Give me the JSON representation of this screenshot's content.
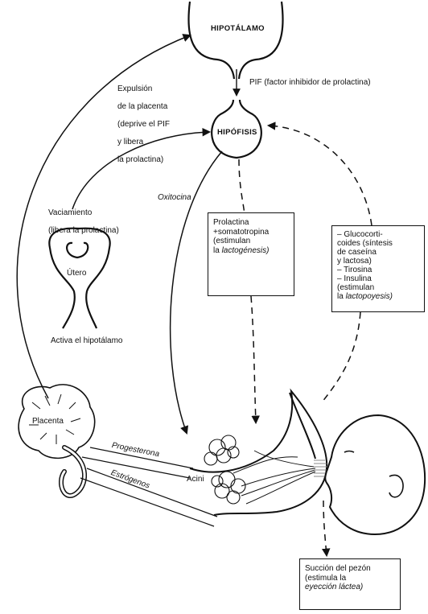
{
  "hypothalamus": {
    "label": "HIPOTÁLAMO"
  },
  "pituitary": {
    "label": "HIPÓFISIS"
  },
  "pif": {
    "label": "PIF (factor inhibidor de prolactina)"
  },
  "placenta_expulsion": {
    "lines": [
      "Expulsión",
      "de la placenta",
      "(deprive el PIF",
      "y libera",
      "la prolactina)"
    ]
  },
  "emptying": {
    "lines": [
      "Vaciamiento",
      "(libera la prolactina)"
    ]
  },
  "uterus": {
    "label": "Útero",
    "caption": "Activa el hipotálamo"
  },
  "oxytocin": {
    "label": "Oxitocina"
  },
  "prolactin_box": {
    "line1": "Prolactina",
    "line2": "+somatotropina",
    "line3": "(estimulan",
    "line4_prefix": "la ",
    "line4_em": "lactogénesis)"
  },
  "hormones_box": {
    "line1": "– Glucocorti-",
    "line2": "coides (síntesis",
    "line3": "de caseína",
    "line4": "y lactosa)",
    "line5": "– Tirosina",
    "line6": "– Insulina",
    "line7": "(estimulan",
    "line8_prefix": "la ",
    "line8_em": "lactopoyesis)"
  },
  "placenta": {
    "label": "Placenta"
  },
  "progesterone": {
    "label": "Progesterona"
  },
  "estrogens": {
    "label": "Estrógenos"
  },
  "acini": {
    "label": "Acini"
  },
  "suction_box": {
    "line1": "Succión del pezón",
    "line2": "(estimula la",
    "line3_em": "eyección láctea)"
  }
}
